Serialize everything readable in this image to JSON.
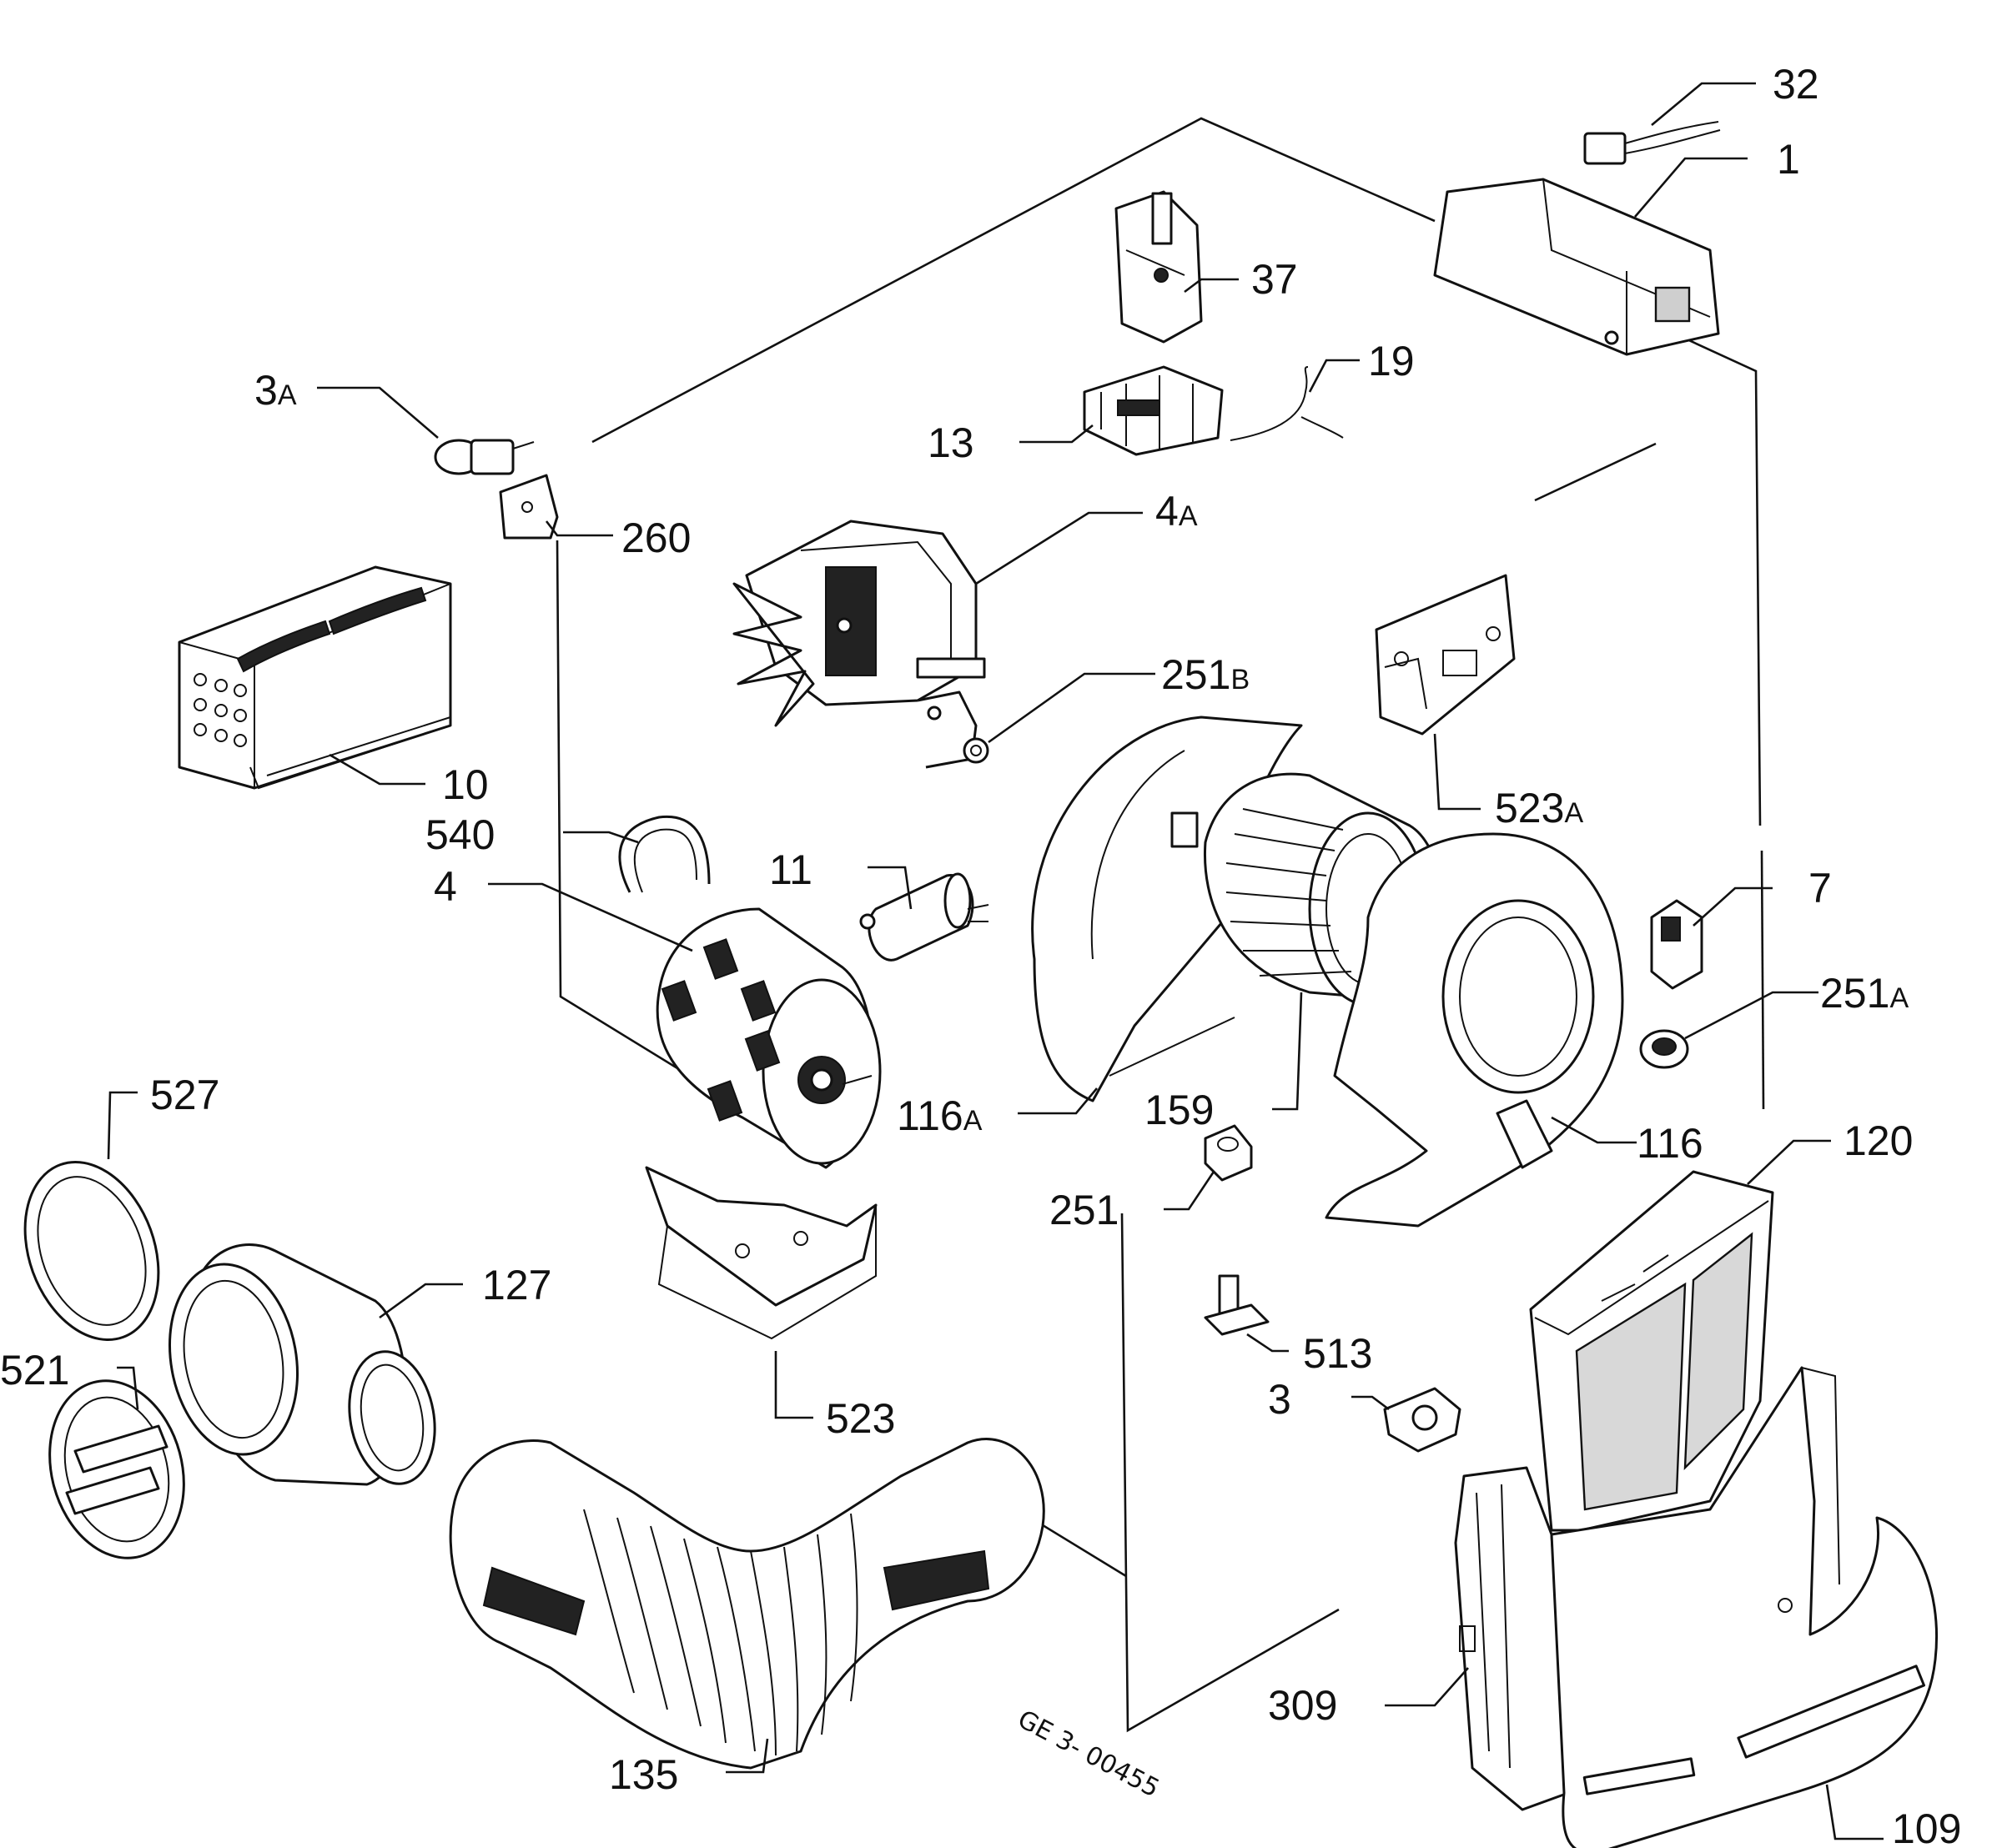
{
  "drawing_code": "GE 3- 00455",
  "parts": [
    {
      "id": "p32",
      "label": "32"
    },
    {
      "id": "p1",
      "label": "1"
    },
    {
      "id": "p37",
      "label": "37"
    },
    {
      "id": "p19",
      "label": "19"
    },
    {
      "id": "p13",
      "label": "13"
    },
    {
      "id": "p3a",
      "label": "3",
      "suffix": "A"
    },
    {
      "id": "p260",
      "label": "260"
    },
    {
      "id": "p4a",
      "label": "4",
      "suffix": "A"
    },
    {
      "id": "p10",
      "label": "10"
    },
    {
      "id": "p251b",
      "label": "251",
      "suffix": "B"
    },
    {
      "id": "p523a",
      "label": "523",
      "suffix": "A"
    },
    {
      "id": "p540",
      "label": "540"
    },
    {
      "id": "p4",
      "label": "4"
    },
    {
      "id": "p11",
      "label": "11"
    },
    {
      "id": "p7",
      "label": "7"
    },
    {
      "id": "p251a",
      "label": "251",
      "suffix": "A"
    },
    {
      "id": "p527",
      "label": "527"
    },
    {
      "id": "p116a",
      "label": "116",
      "suffix": "A"
    },
    {
      "id": "p159",
      "label": "159"
    },
    {
      "id": "p116",
      "label": "116"
    },
    {
      "id": "p120",
      "label": "120"
    },
    {
      "id": "p251",
      "label": "251"
    },
    {
      "id": "p127",
      "label": "127"
    },
    {
      "id": "p521",
      "label": "521"
    },
    {
      "id": "p513",
      "label": "513"
    },
    {
      "id": "p3",
      "label": "3"
    },
    {
      "id": "p523",
      "label": "523"
    },
    {
      "id": "p309",
      "label": "309"
    },
    {
      "id": "p135",
      "label": "135"
    },
    {
      "id": "p109",
      "label": "109"
    }
  ]
}
